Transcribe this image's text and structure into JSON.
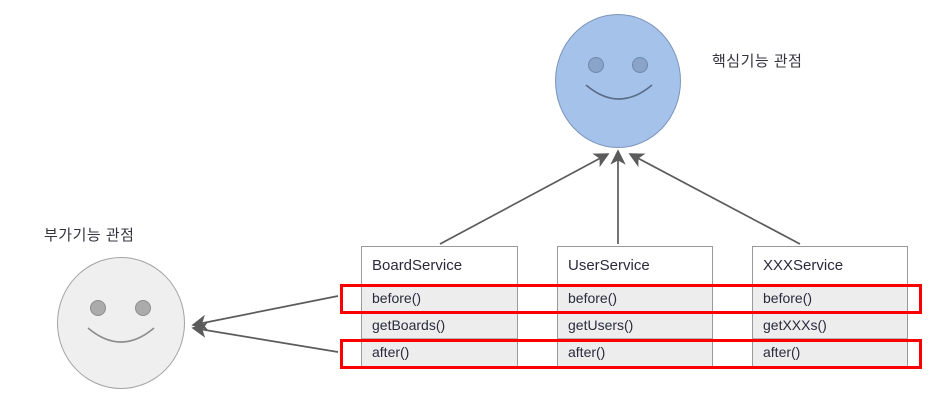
{
  "diagram": {
    "title_core": "핵심기능 관점",
    "title_cross": "부가기능 관점",
    "colors": {
      "core_face": "#a4c2ea",
      "core_face_border": "#7c95bb",
      "core_eye": "#8aa3c8",
      "cross_face": "#efefef",
      "cross_face_border": "#a3a3a3",
      "cross_eye": "#ababab",
      "highlight": "#fb0000",
      "row_fill": "#ededed",
      "box_border": "#9a9a9a",
      "arrow": "#5b5b5b",
      "text": "#2a2a3c"
    },
    "services": [
      {
        "name": "BoardService",
        "methods": [
          "before()",
          "getBoards()",
          "after()"
        ]
      },
      {
        "name": "UserService",
        "methods": [
          "before()",
          "getUsers()",
          "after()"
        ]
      },
      {
        "name": "XXXService",
        "methods": [
          "before()",
          "getXXXs()",
          "after()"
        ]
      }
    ],
    "highlight_bands": [
      {
        "label": "before-row-highlight"
      },
      {
        "label": "after-row-highlight"
      }
    ],
    "faces": {
      "core": "smiley-face-blue",
      "cross": "smiley-face-gray"
    }
  }
}
